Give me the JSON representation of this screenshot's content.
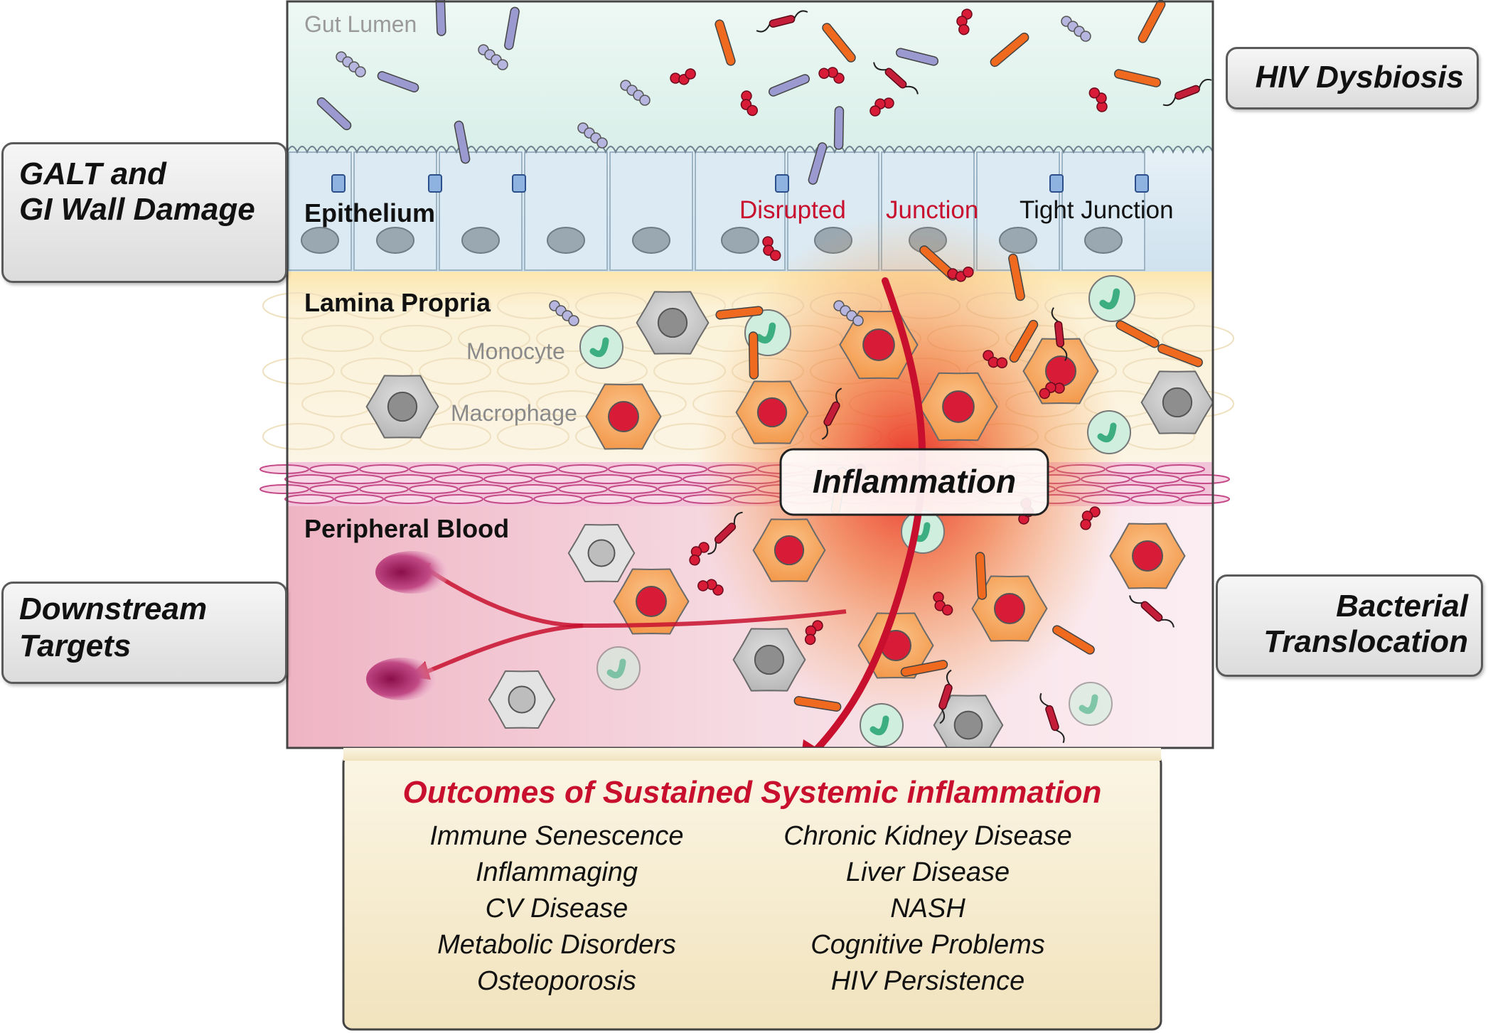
{
  "regions": {
    "lumen": "Gut Lumen",
    "epithelium": "Epithelium",
    "lamina_propria": "Lamina Propria",
    "peripheral_blood": "Peripheral Blood"
  },
  "cells": {
    "monocyte": "Monocyte",
    "macrophage": "Macrophage"
  },
  "junctions": {
    "disrupted_1": "Disrupted",
    "disrupted_2": "Junction",
    "tight": "Tight Junction"
  },
  "callouts": {
    "hiv_dysbiosis": "HIV Dysbiosis",
    "galt_line1": "GALT and",
    "galt_line2": "GI Wall Damage",
    "downstream_line1": "Downstream",
    "downstream_line2": "Targets",
    "bacterial_line1": "Bacterial",
    "bacterial_line2": "Translocation"
  },
  "inflammation_label": "Inflammation",
  "outcomes": {
    "title": "Outcomes of Sustained Systemic inflammation",
    "left": [
      "Immune Senescence",
      "Inflammaging",
      "CV Disease",
      "Metabolic Disorders",
      "Osteoporosis"
    ],
    "right": [
      "Chronic Kidney Disease",
      "Liver Disease",
      "NASH",
      "Cognitive Problems",
      "HIV Persistence"
    ]
  },
  "colors": {
    "lumen": "#e3f3ef",
    "epithelium": "#d9e8f2",
    "lamina_propria": "#fbf0d2",
    "blood": "#f4d3dc",
    "inflammation": "#e8221f",
    "outcome_title": "#c8102e",
    "outcome_box": "#f7ecd0",
    "macrophage_orange": "#f6a55d",
    "nucleus_red": "#d81b36",
    "monocyte_green": "#3dae7f",
    "rod_purple": "#9a9ad0",
    "rod_orange": "#ef6a1f",
    "coccus_red": "#d81b36"
  }
}
